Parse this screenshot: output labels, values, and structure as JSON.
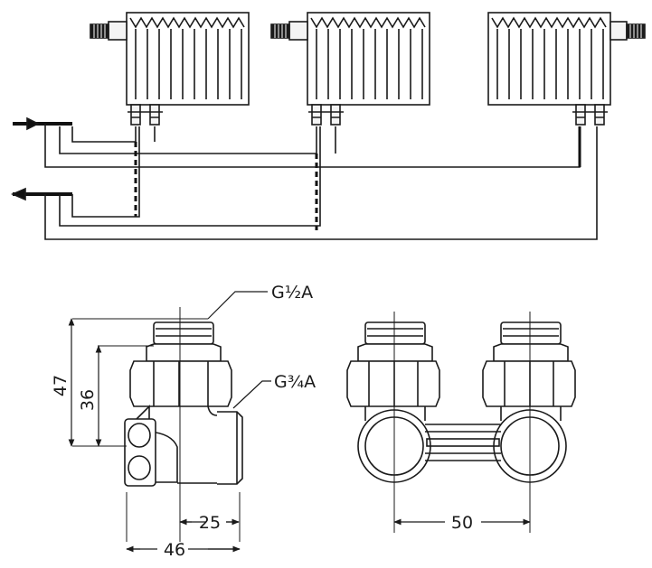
{
  "colors": {
    "stroke": "#1a1a1a",
    "fill": "#ffffff",
    "pipe_black": "#111111",
    "valve_fill": "#f4f4f4"
  },
  "scheme": {
    "radiators": [
      {
        "name": "radiator-1"
      },
      {
        "name": "radiator-2"
      },
      {
        "name": "radiator-3"
      }
    ],
    "supply_arrow_icon": "arrow-right-icon",
    "return_arrow_icon": "arrow-left-icon"
  },
  "drawings": {
    "thread_top": "G½A",
    "thread_side": "G¾A",
    "dim_height_total": "47",
    "dim_height_body": "36",
    "dim_offset": "25",
    "dim_width": "46",
    "dim_spacing": "50"
  }
}
